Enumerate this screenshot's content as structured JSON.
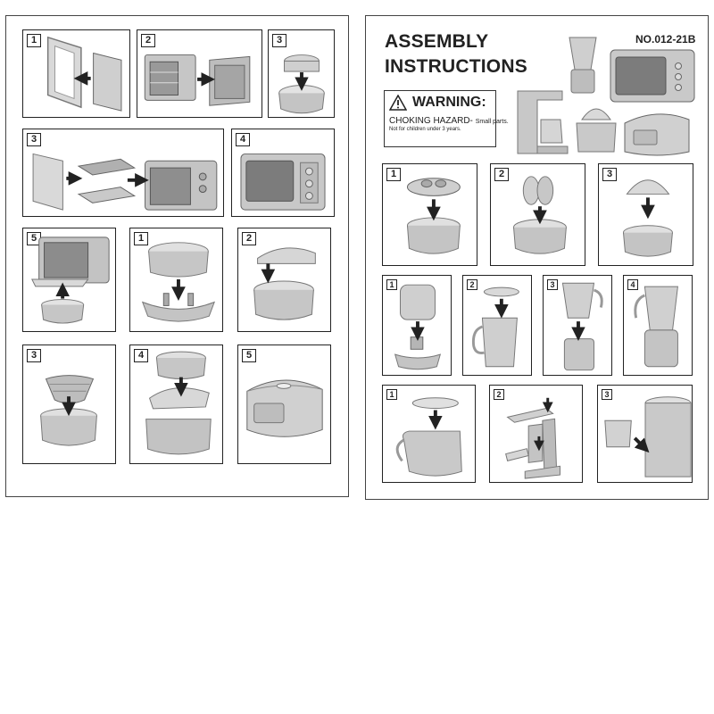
{
  "header": {
    "title_line1": "ASSEMBLY",
    "title_line2": "INSTRUCTIONS",
    "model_number": "NO.012-21B"
  },
  "warning": {
    "icon": "warning-triangle-icon",
    "title": "WARNING:",
    "hazard": "CHOKING HAZARD-",
    "hazard_small": "Small parts.",
    "note": "Not for children under 3 years."
  },
  "left_page": {
    "oven_steps": [
      "1",
      "2",
      "3",
      "3",
      "4",
      "5"
    ],
    "rice_cooker_steps": [
      "1",
      "2",
      "3",
      "4",
      "5"
    ]
  },
  "right_page": {
    "juicer_steps": [
      "1",
      "2",
      "3"
    ],
    "blender_steps": [
      "1",
      "2",
      "3",
      "4"
    ],
    "coffee_maker_steps": [
      "1",
      "2",
      "3"
    ]
  },
  "colors": {
    "part_gray": "#b9b9b9",
    "part_light": "#d8d8d8",
    "part_dark": "#8a8a8a",
    "arrow": "#222222",
    "border": "#222222"
  }
}
